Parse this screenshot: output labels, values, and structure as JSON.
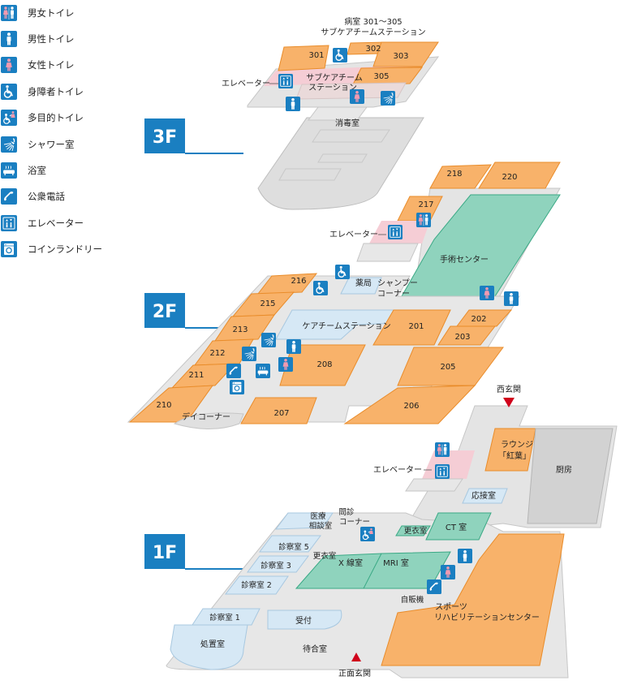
{
  "legend": {
    "items": [
      {
        "icon": "unisex-restroom-icon",
        "label": "男女トイレ"
      },
      {
        "icon": "men-restroom-icon",
        "label": "男性トイレ"
      },
      {
        "icon": "women-restroom-icon",
        "label": "女性トイレ"
      },
      {
        "icon": "accessible-restroom-icon",
        "label": "身障者トイレ"
      },
      {
        "icon": "multipurpose-restroom-icon",
        "label": "多目的トイレ"
      },
      {
        "icon": "shower-icon",
        "label": "シャワー室"
      },
      {
        "icon": "bath-icon",
        "label": "浴室"
      },
      {
        "icon": "telephone-icon",
        "label": "公衆電話"
      },
      {
        "icon": "elevator-icon",
        "label": "エレベーター"
      },
      {
        "icon": "laundry-icon",
        "label": "コインランドリー"
      }
    ]
  },
  "floors": {
    "f3": {
      "badge": "3F",
      "header_line1": "病室 301～305",
      "header_line2": "サブケアチームステーション",
      "rooms": {
        "r301": "301",
        "r302": "302",
        "r303": "303",
        "r305": "305"
      },
      "station_line1": "サブケアチーム",
      "station_line2": "ステーション",
      "elevator": "エレベーター",
      "disinfection": "消毒室"
    },
    "f2": {
      "badge": "2F",
      "rooms": {
        "r201": "201",
        "r202": "202",
        "r203": "203",
        "r205": "205",
        "r206": "206",
        "r207": "207",
        "r208": "208",
        "r210": "210",
        "r211": "211",
        "r212": "212",
        "r213": "213",
        "r215": "215",
        "r216": "216",
        "r217": "217",
        "r218": "218",
        "r220": "220"
      },
      "elevator": "エレベーター",
      "surgery": "手術センター",
      "pharmacy": "薬局",
      "shampoo_line1": "シャンプー",
      "shampoo_line2": "コーナー",
      "care_station": "ケアチームステーション",
      "day_corner": "デイコーナー"
    },
    "f1": {
      "badge": "1F",
      "west_entrance": "西玄関",
      "lounge_line1": "ラウンジ",
      "lounge_line2": "「紅葉」",
      "kitchen": "厨房",
      "elevator": "エレベーター",
      "reception_room": "応接室",
      "medical_consult_line1": "医療",
      "medical_consult_line2": "相談室",
      "interview_line1": "問診",
      "interview_line2": "コーナー",
      "changing_room_a": "更衣室",
      "ct_room": "CT 室",
      "exam5": "診察室 5",
      "exam3": "診察室 3",
      "exam2": "診察室 2",
      "exam1": "診察室 1",
      "changing_room_b": "更衣室",
      "xray": "X 線室",
      "mri": "MRI 室",
      "vending": "自販機",
      "sports_line1": "スポーツ",
      "sports_line2": "リハビリテーションセンター",
      "reception": "受付",
      "treatment": "処置室",
      "waiting": "待合室",
      "main_entrance": "正面玄関"
    }
  },
  "colors": {
    "orange": "#f8b26a",
    "orange_edge": "#e98c2a",
    "green": "#8fd3bd",
    "green_edge": "#3aa985",
    "blue_light": "#d6e8f5",
    "gray": "#dcdcdc",
    "pink": "#f5cdd5",
    "badge_blue": "#1a7fc1"
  }
}
